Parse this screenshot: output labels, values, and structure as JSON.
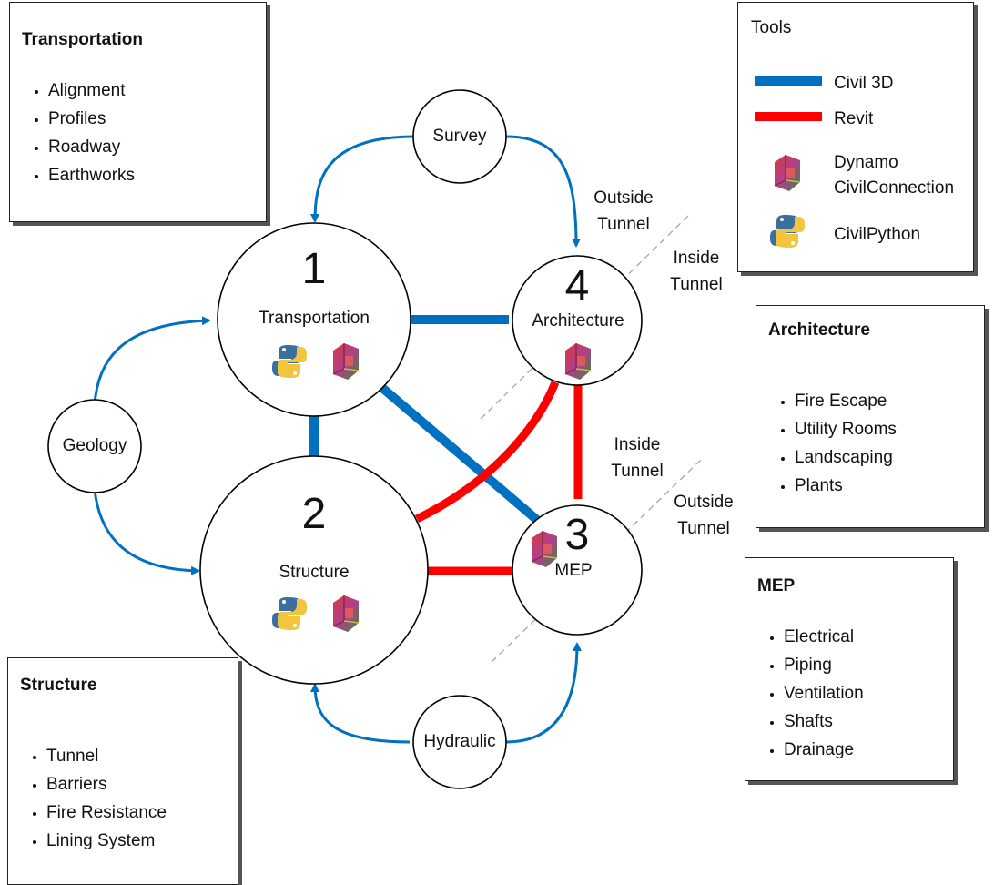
{
  "boxes": {
    "transportation": {
      "title": "Transportation",
      "items": [
        "Alignment",
        "Profiles",
        "Roadway",
        "Earthworks"
      ]
    },
    "architecture": {
      "title": "Architecture",
      "items": [
        "Fire Escape",
        "Utility Rooms",
        "Landscaping",
        "Plants"
      ]
    },
    "mep": {
      "title": "MEP",
      "items": [
        "Electrical",
        "Piping",
        "Ventilation",
        "Shafts",
        "Drainage"
      ]
    },
    "structure": {
      "title": "Structure",
      "items": [
        "Tunnel",
        "Barriers",
        "Fire Resistance",
        "Lining System"
      ]
    }
  },
  "tools": {
    "title": "Tools",
    "civil3d": "Civil 3D",
    "revit": "Revit",
    "dynamo_line1": "Dynamo",
    "dynamo_line2": "CivilConnection",
    "civilpython": "CivilPython"
  },
  "nodes": {
    "transportation": {
      "number": "1",
      "label": "Transportation"
    },
    "structure": {
      "number": "2",
      "label": "Structure"
    },
    "mep": {
      "number": "3",
      "label": "MEP"
    },
    "architecture": {
      "number": "4",
      "label": "Architecture"
    },
    "survey": "Survey",
    "geology": "Geology",
    "hydraulic": "Hydraulic"
  },
  "zones": {
    "outside_tunnel_top": [
      "Outside",
      "Tunnel"
    ],
    "inside_tunnel_top": [
      "Inside",
      "Tunnel"
    ],
    "inside_tunnel_mid": [
      "Inside",
      "Tunnel"
    ],
    "outside_tunnel_mid": [
      "Outside",
      "Tunnel"
    ]
  },
  "colors": {
    "civil3d": "#0070c0",
    "revit": "#ff0000",
    "arrow": "#0070c0",
    "outline": "#000000",
    "divider": "#a6a6a6"
  }
}
